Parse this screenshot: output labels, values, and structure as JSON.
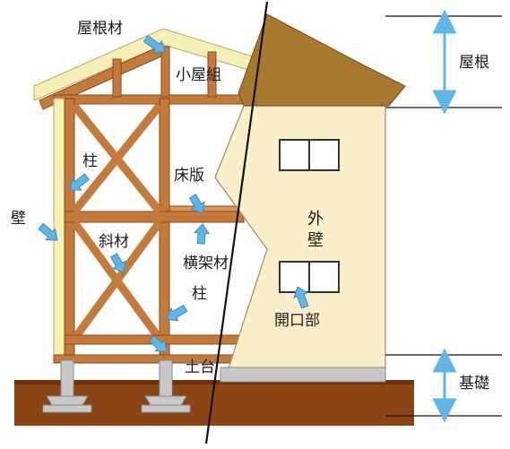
{
  "labels": {
    "roofing": "屋根材",
    "truss": "小屋組",
    "post_upper": "柱",
    "floor_board": "床版",
    "wall": "壁",
    "brace": "斜材",
    "beam": "横架材",
    "post_lower": "柱",
    "sill": "土台",
    "exterior_wall_1": "外",
    "exterior_wall_2": "壁",
    "opening": "開口部",
    "roof": "屋根",
    "foundation": "基礎"
  },
  "colors": {
    "timber": "#c47a3a",
    "timber_dark": "#8a4a1e",
    "roof_exterior": "#a8782e",
    "wall_exterior": "#fbeecb",
    "ground": "#8b4513",
    "concrete": "#c8c8c8",
    "arrow": "#5fb6e6",
    "roof_cover": "#f6efb6"
  },
  "icons": [
    "arrow-icon",
    "dimension-arrow-icon"
  ]
}
